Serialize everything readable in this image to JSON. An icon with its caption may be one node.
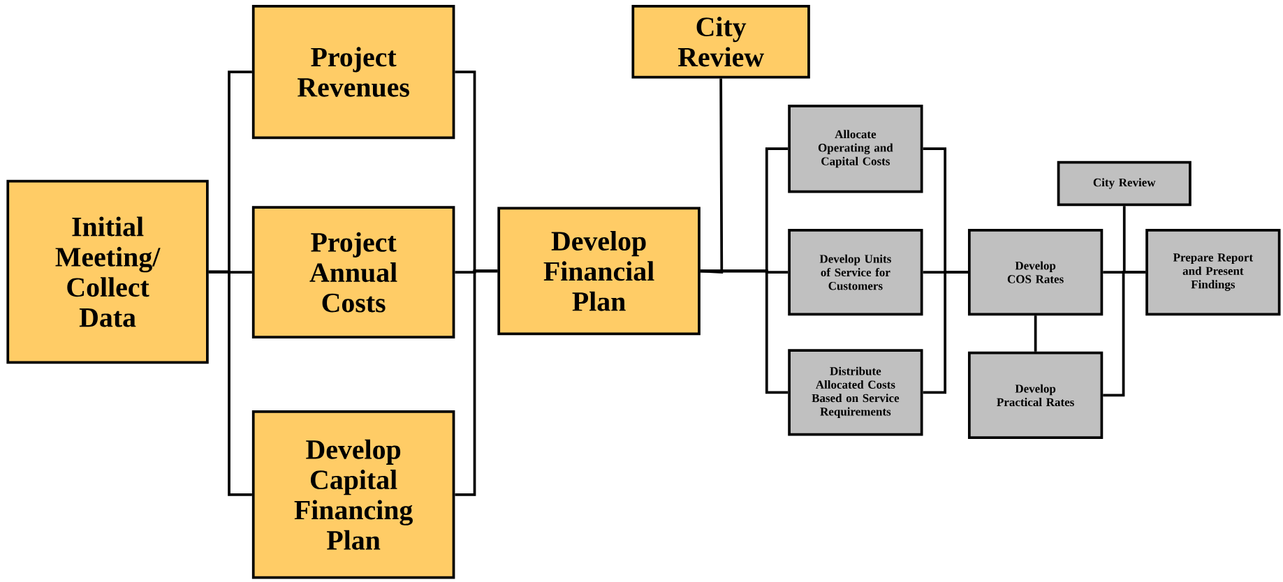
{
  "diagram": {
    "nodes": [
      {
        "text": [
          "Initial Meeting/ Collect Data"
        ]
      },
      {
        "text": [
          "Project Revenues"
        ]
      },
      {
        "text": [
          "Project Annual Costs"
        ]
      },
      {
        "text": [
          "Develop Capital Financing Plan"
        ]
      },
      {
        "text": [
          "Develop Financial Plan"
        ]
      },
      {
        "text": [
          "City Review"
        ]
      },
      {
        "text": [
          "Allocate Operating and Capital Costs"
        ]
      },
      {
        "text": [
          "Develop Units of Service for Customers"
        ]
      },
      {
        "text": [
          "Distribute Allocated Costs Based on Service Requirements"
        ]
      },
      {
        "text": [
          "Develop COS Rates"
        ]
      },
      {
        "text": [
          "City Review"
        ]
      },
      {
        "text": [
          "Develop Practical Rates"
        ]
      },
      {
        "text": [
          "Prepare Report and Present Findings"
        ]
      }
    ],
    "edges": [
      {
        "from": 0,
        "to": 1,
        "arrow": "none"
      },
      {
        "from": 0,
        "to": 2,
        "arrow": "none"
      },
      {
        "from": 0,
        "to": 3,
        "arrow": "none"
      },
      {
        "from": 1,
        "to": 4,
        "arrow": "none"
      },
      {
        "from": 2,
        "to": 4,
        "arrow": "none"
      },
      {
        "from": 3,
        "to": 4,
        "arrow": "none"
      },
      {
        "from": 5,
        "to": 4,
        "arrow": "none"
      },
      {
        "from": 4,
        "to": 6,
        "arrow": "none"
      },
      {
        "from": 4,
        "to": 7,
        "arrow": "none"
      },
      {
        "from": 4,
        "to": 8,
        "arrow": "none"
      },
      {
        "from": 6,
        "to": 9,
        "arrow": "none"
      },
      {
        "from": 7,
        "to": 9,
        "arrow": "none"
      },
      {
        "from": 8,
        "to": 9,
        "arrow": "none"
      },
      {
        "from": 9,
        "to": 12,
        "arrow": "none"
      },
      {
        "from": 9,
        "to": 11,
        "arrow": "none"
      },
      {
        "from": 11,
        "to": 12,
        "arrow": "none"
      },
      {
        "from": 10,
        "to": 12,
        "arrow": "none"
      }
    ]
  }
}
